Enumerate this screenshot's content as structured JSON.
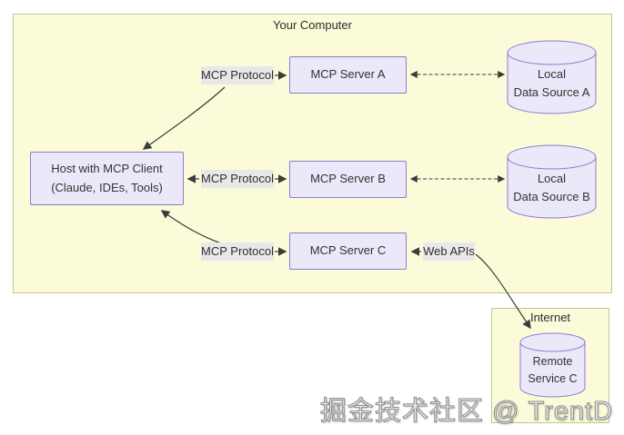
{
  "diagram": {
    "title": "MCP architecture diagram",
    "your_computer": {
      "label": "Your Computer"
    },
    "host": {
      "line1": "Host with MCP Client",
      "line2": "(Claude, IDEs, Tools)"
    },
    "servers": [
      {
        "label": "MCP Server A"
      },
      {
        "label": "MCP Server B"
      },
      {
        "label": "MCP Server C"
      }
    ],
    "edge_labels": {
      "protocol_a": "MCP Protocol",
      "protocol_b": "MCP Protocol",
      "protocol_c": "MCP Protocol",
      "web_apis": "Web APIs"
    },
    "data_sources": [
      {
        "line1": "Local",
        "line2": "Data Source A"
      },
      {
        "line1": "Local",
        "line2": "Data Source B"
      }
    ],
    "internet": {
      "label": "Internet",
      "service": {
        "line1": "Remote",
        "line2": "Service C"
      }
    },
    "watermark": "掘金技术社区 @ TrentD",
    "colors": {
      "region_fill": "#fbfbd9",
      "region_border": "#c5c58d",
      "node_fill": "#eae8f9",
      "node_border": "#8b7cc9",
      "edge_label_bg": "#e8e8e8",
      "arrow": "#3b3b3b",
      "text": "#333333",
      "watermark_fill": "#efefef",
      "watermark_outline": "#8f8f8f"
    }
  }
}
